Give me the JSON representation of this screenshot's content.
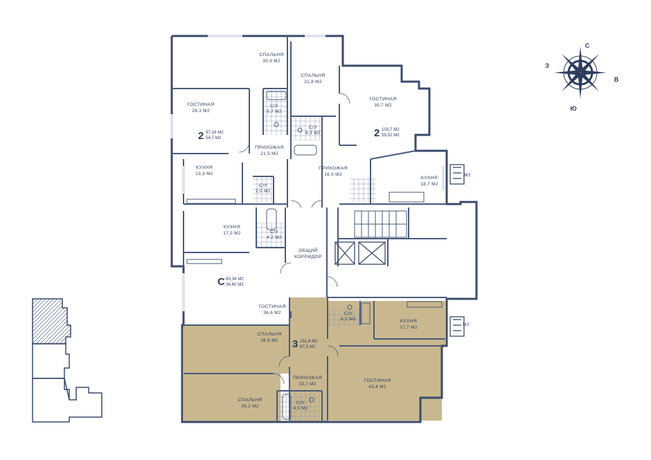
{
  "compass": {
    "north": "С",
    "south": "Ю",
    "east": "В",
    "west": "З"
  },
  "colors": {
    "wall": "#3a4a6b",
    "line": "#4a5a7a",
    "highlight": "#c9b88f",
    "text": "#2e3d5e"
  },
  "rooms": {
    "bedroom_1": {
      "name": "СПАЛЬНЯ",
      "area": "30,3 М2"
    },
    "bedroom_2": {
      "name": "СПАЛЬНЯ",
      "area": "21,8 М2"
    },
    "living_1": {
      "name": "ГОСТИНАЯ",
      "area": "24,3 М2"
    },
    "bath_1": {
      "name": "С/У",
      "area": "5,7 М2"
    },
    "bath_2": {
      "name": "С/У",
      "area": "6,3 М2"
    },
    "living_2": {
      "name": "ГОСТИНАЯ",
      "area": "39,7 М2"
    },
    "hall_1": {
      "name": "ПРИХОЖАЯ",
      "area": "21,5 М2"
    },
    "hall_2": {
      "name": "ПРИХОЖАЯ",
      "area": "16,5 М2"
    },
    "kitchen_1": {
      "name": "КУХНЯ",
      "area": "13,3 М2"
    },
    "kitchen_2": {
      "name": "КУХНЯ",
      "area": "18,7 М2"
    },
    "bath_3": {
      "name": "С/У",
      "area": "2,0 М2"
    },
    "kitchen_3": {
      "name": "КУХНЯ",
      "area": "17,5 М2"
    },
    "bath_4": {
      "name": "С/У",
      "area": "4,2 М2"
    },
    "corridor": {
      "name": "ОБЩИЙ",
      "name2": "КОРРИДОР"
    },
    "living_3": {
      "name": "ГОСТИНАЯ",
      "area": "36,6 М2"
    },
    "bath_5": {
      "name": "С/У",
      "area": "6,3 М2"
    },
    "kitchen_4": {
      "name": "КУХНЯ",
      "area": "17,7 М2"
    },
    "bedroom_3": {
      "name": "СПАЛЬНЯ",
      "area": "26,6 М2"
    },
    "hall_3": {
      "name": "ПРИХОЖАЯ",
      "area": "23,7 М2"
    },
    "living_4": {
      "name": "ГОСТИНАЯ",
      "area": "43,4 М2"
    },
    "bedroom_4": {
      "name": "СПАЛЬНЯ",
      "area": "26,2 М2"
    },
    "bath_6": {
      "name": "С/У",
      "area": "4,3 М2"
    }
  },
  "balconies": {
    "b1": "М2",
    "b2": "М2"
  },
  "apartments": [
    {
      "rooms": "2",
      "total": "97,16 М2",
      "living": "54,7 М2"
    },
    {
      "rooms": "2",
      "total": "103,7 М2",
      "living": "59,52 М2"
    },
    {
      "rooms": "С",
      "total": "60,34 М2",
      "living": "36,60 М2"
    },
    {
      "rooms": "3",
      "total": "151,8 М2",
      "living": "97,5 М2"
    }
  ]
}
